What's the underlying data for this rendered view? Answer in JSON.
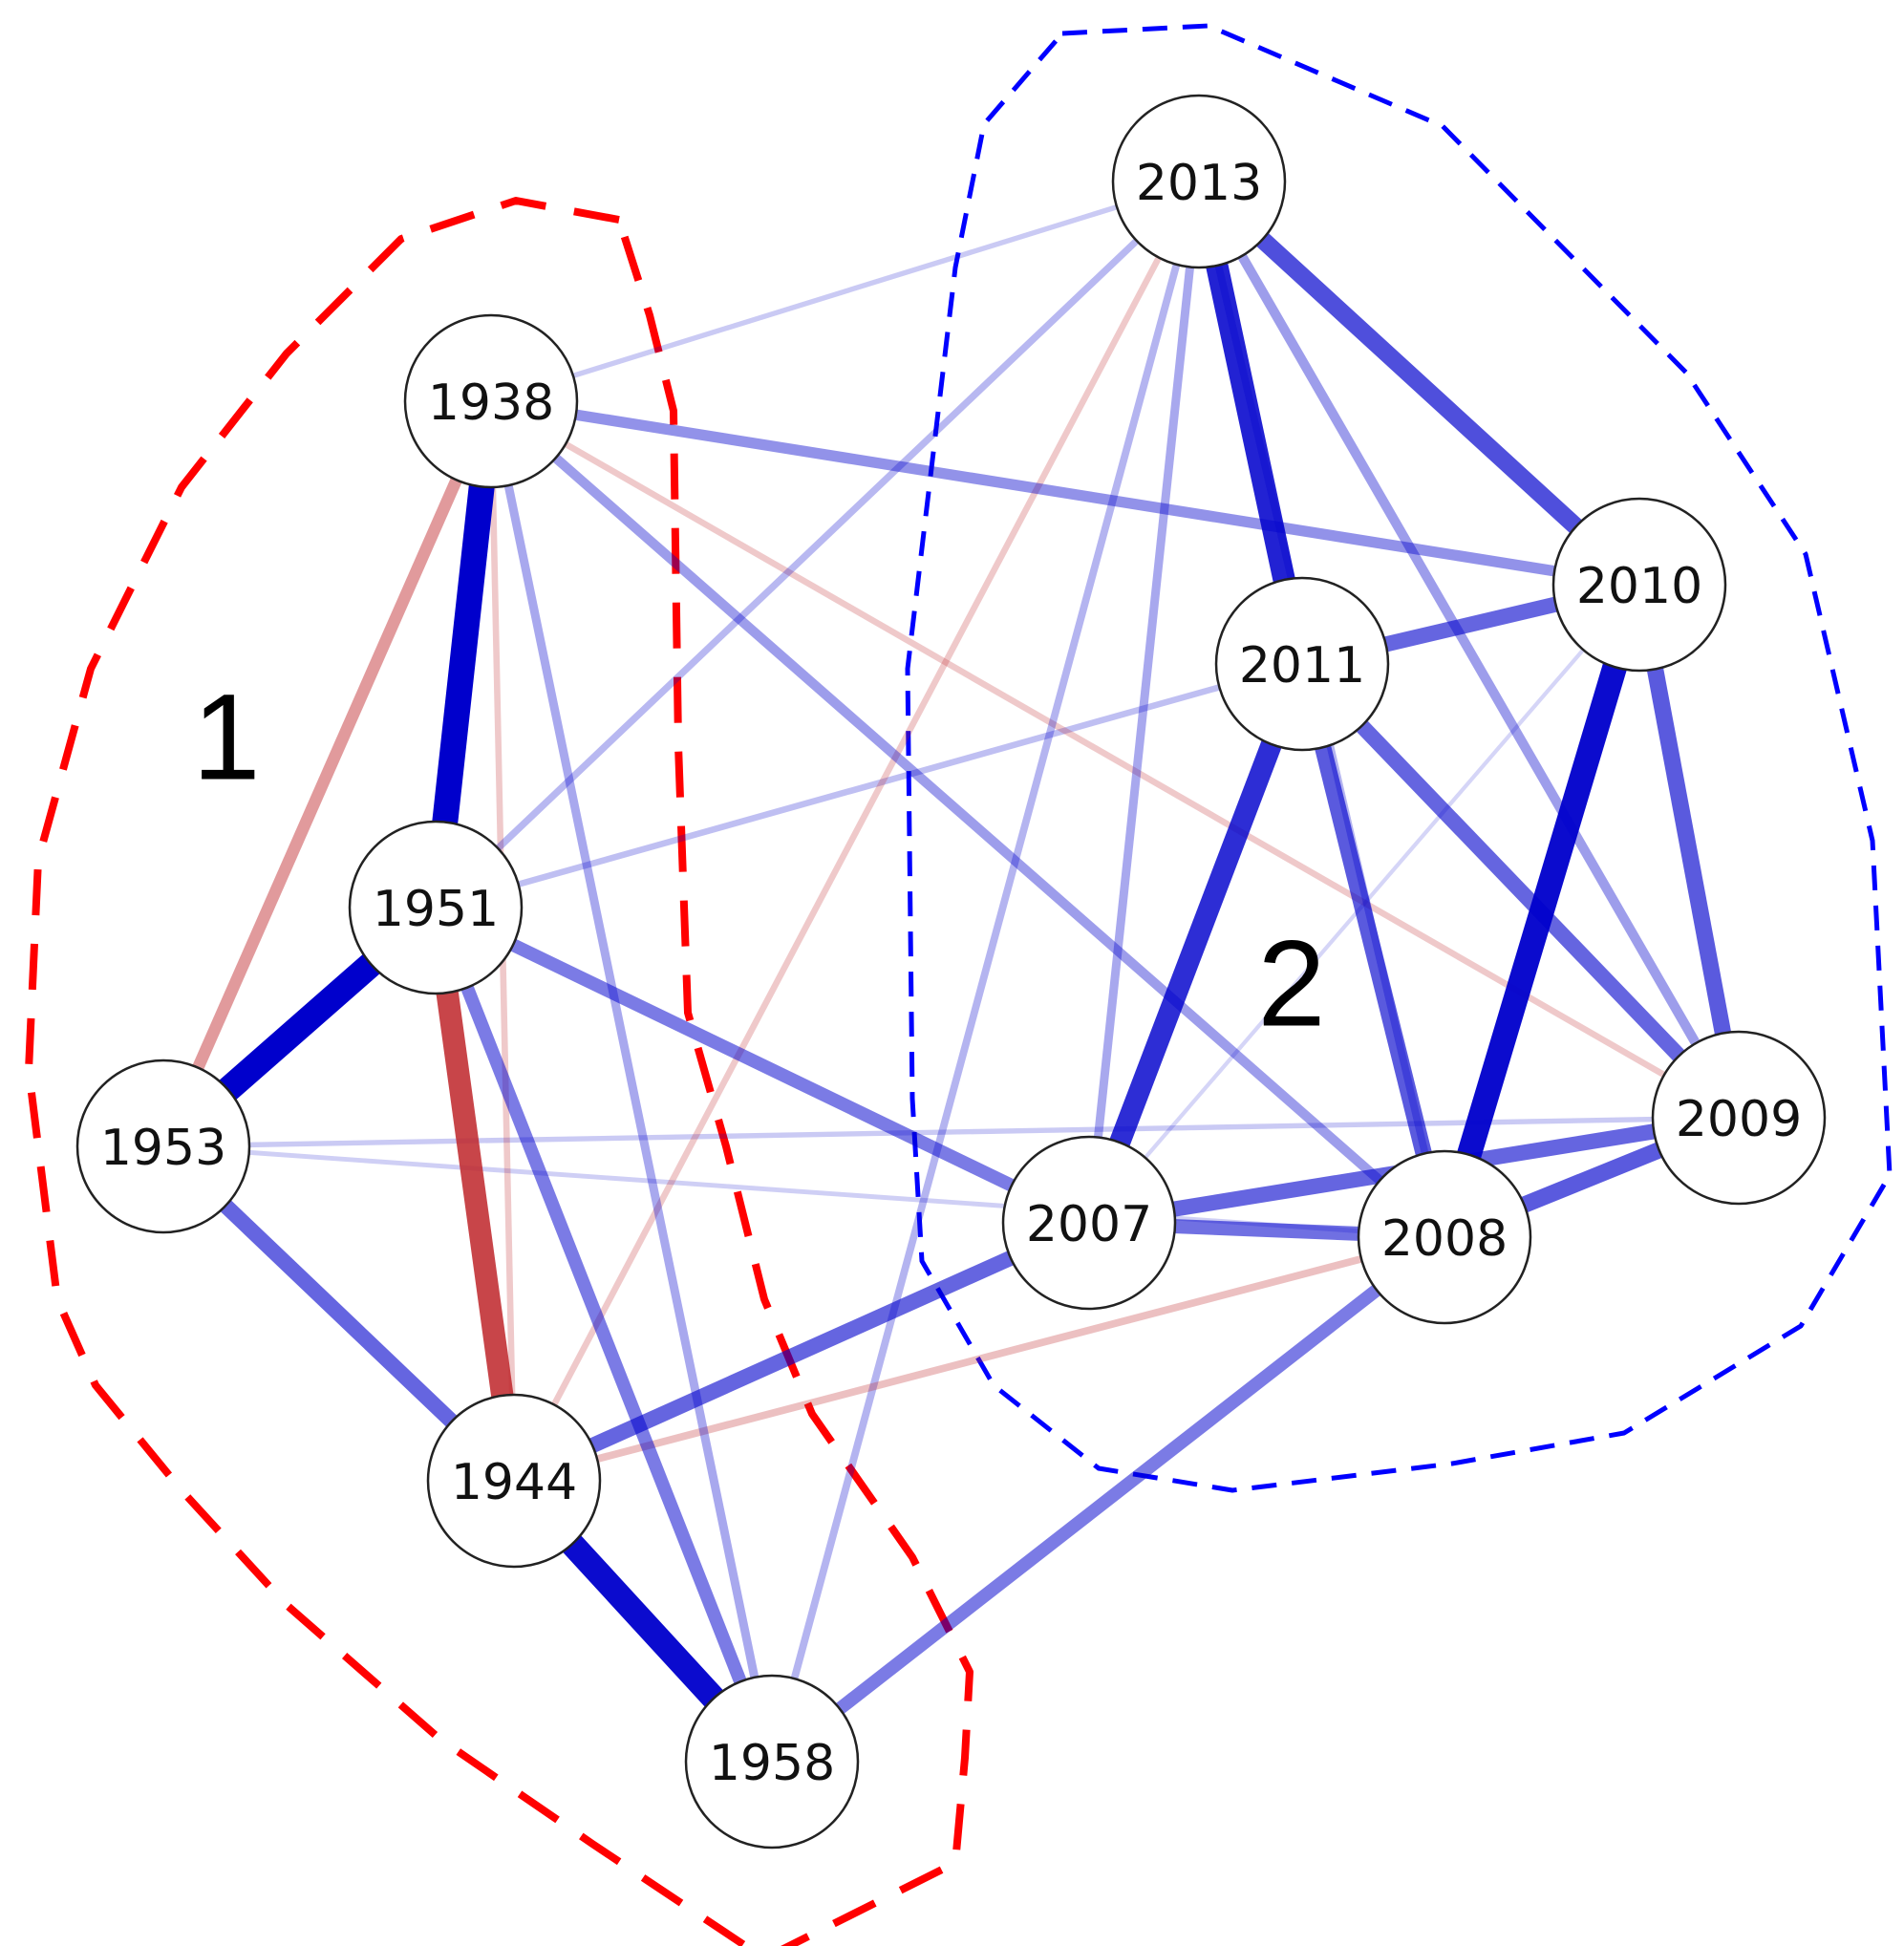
{
  "clusters": [
    {
      "id": "1",
      "label": "1",
      "color": "#ff0000",
      "dash": "long"
    },
    {
      "id": "2",
      "label": "2",
      "color": "#0000ff",
      "dash": "short"
    }
  ],
  "nodes": [
    {
      "id": "1938",
      "label": "1938",
      "cluster": "1"
    },
    {
      "id": "1951",
      "label": "1951",
      "cluster": "1"
    },
    {
      "id": "1953",
      "label": "1953",
      "cluster": "1"
    },
    {
      "id": "1944",
      "label": "1944",
      "cluster": "1"
    },
    {
      "id": "1958",
      "label": "1958",
      "cluster": "1"
    },
    {
      "id": "2013",
      "label": "2013",
      "cluster": "2"
    },
    {
      "id": "2011",
      "label": "2011",
      "cluster": "2"
    },
    {
      "id": "2010",
      "label": "2010",
      "cluster": "2"
    },
    {
      "id": "2009",
      "label": "2009",
      "cluster": "2"
    },
    {
      "id": "2007",
      "label": "2007",
      "cluster": "2"
    },
    {
      "id": "2008",
      "label": "2008",
      "cluster": "2"
    }
  ],
  "edges": [
    {
      "source": "1938",
      "target": "1951",
      "sign": "positive",
      "strength": 1.0
    },
    {
      "source": "1951",
      "target": "1953",
      "sign": "positive",
      "strength": 1.0
    },
    {
      "source": "1944",
      "target": "1958",
      "sign": "positive",
      "strength": 0.95
    },
    {
      "source": "2010",
      "target": "2008",
      "sign": "positive",
      "strength": 0.95
    },
    {
      "source": "2013",
      "target": "2011",
      "sign": "positive",
      "strength": 0.85
    },
    {
      "source": "2011",
      "target": "2007",
      "sign": "positive",
      "strength": 0.8
    },
    {
      "source": "2013",
      "target": "2010",
      "sign": "positive",
      "strength": 0.65
    },
    {
      "source": "2011",
      "target": "2008",
      "sign": "positive",
      "strength": 0.6
    },
    {
      "source": "2011",
      "target": "2010",
      "sign": "positive",
      "strength": 0.55
    },
    {
      "source": "2011",
      "target": "2009",
      "sign": "positive",
      "strength": 0.55
    },
    {
      "source": "2010",
      "target": "2009",
      "sign": "positive",
      "strength": 0.6
    },
    {
      "source": "2008",
      "target": "2009",
      "sign": "positive",
      "strength": 0.6
    },
    {
      "source": "2007",
      "target": "2009",
      "sign": "positive",
      "strength": 0.55
    },
    {
      "source": "2007",
      "target": "2008",
      "sign": "positive",
      "strength": 0.5
    },
    {
      "source": "1944",
      "target": "2007",
      "sign": "positive",
      "strength": 0.55
    },
    {
      "source": "1953",
      "target": "1944",
      "sign": "positive",
      "strength": 0.55
    },
    {
      "source": "1958",
      "target": "2008",
      "sign": "positive",
      "strength": 0.45
    },
    {
      "source": "1951",
      "target": "1958",
      "sign": "positive",
      "strength": 0.45
    },
    {
      "source": "1951",
      "target": "2007",
      "sign": "positive",
      "strength": 0.45
    },
    {
      "source": "1938",
      "target": "2010",
      "sign": "positive",
      "strength": 0.35
    },
    {
      "source": "2013",
      "target": "2009",
      "sign": "positive",
      "strength": 0.3
    },
    {
      "source": "1938",
      "target": "2008",
      "sign": "positive",
      "strength": 0.3
    },
    {
      "source": "1938",
      "target": "1958",
      "sign": "positive",
      "strength": 0.25
    },
    {
      "source": "2013",
      "target": "2007",
      "sign": "positive",
      "strength": 0.25
    },
    {
      "source": "2013",
      "target": "1958",
      "sign": "positive",
      "strength": 0.2
    },
    {
      "source": "2013",
      "target": "2008",
      "sign": "positive",
      "strength": 0.2
    },
    {
      "source": "2013",
      "target": "1951",
      "sign": "positive",
      "strength": 0.18
    },
    {
      "source": "2011",
      "target": "1951",
      "sign": "positive",
      "strength": 0.15
    },
    {
      "source": "2013",
      "target": "1938",
      "sign": "positive",
      "strength": 0.1
    },
    {
      "source": "1953",
      "target": "2009",
      "sign": "positive",
      "strength": 0.1
    },
    {
      "source": "1953",
      "target": "2008",
      "sign": "positive",
      "strength": 0.08
    },
    {
      "source": "2010",
      "target": "2007",
      "sign": "positive",
      "strength": 0.05
    },
    {
      "source": "1951",
      "target": "1944",
      "sign": "negative",
      "strength": 0.85
    },
    {
      "source": "1938",
      "target": "1953",
      "sign": "negative",
      "strength": 0.4
    },
    {
      "source": "1938",
      "target": "1944",
      "sign": "negative",
      "strength": 0.15
    },
    {
      "source": "1938",
      "target": "2009",
      "sign": "negative",
      "strength": 0.15
    },
    {
      "source": "2013",
      "target": "1944",
      "sign": "negative",
      "strength": 0.15
    },
    {
      "source": "1944",
      "target": "2008",
      "sign": "negative",
      "strength": 0.2
    }
  ],
  "style": {
    "positive_color": "#0000cc",
    "negative_color": "#c0282d",
    "node_fill": "#ffffff",
    "node_stroke": "#222222"
  }
}
